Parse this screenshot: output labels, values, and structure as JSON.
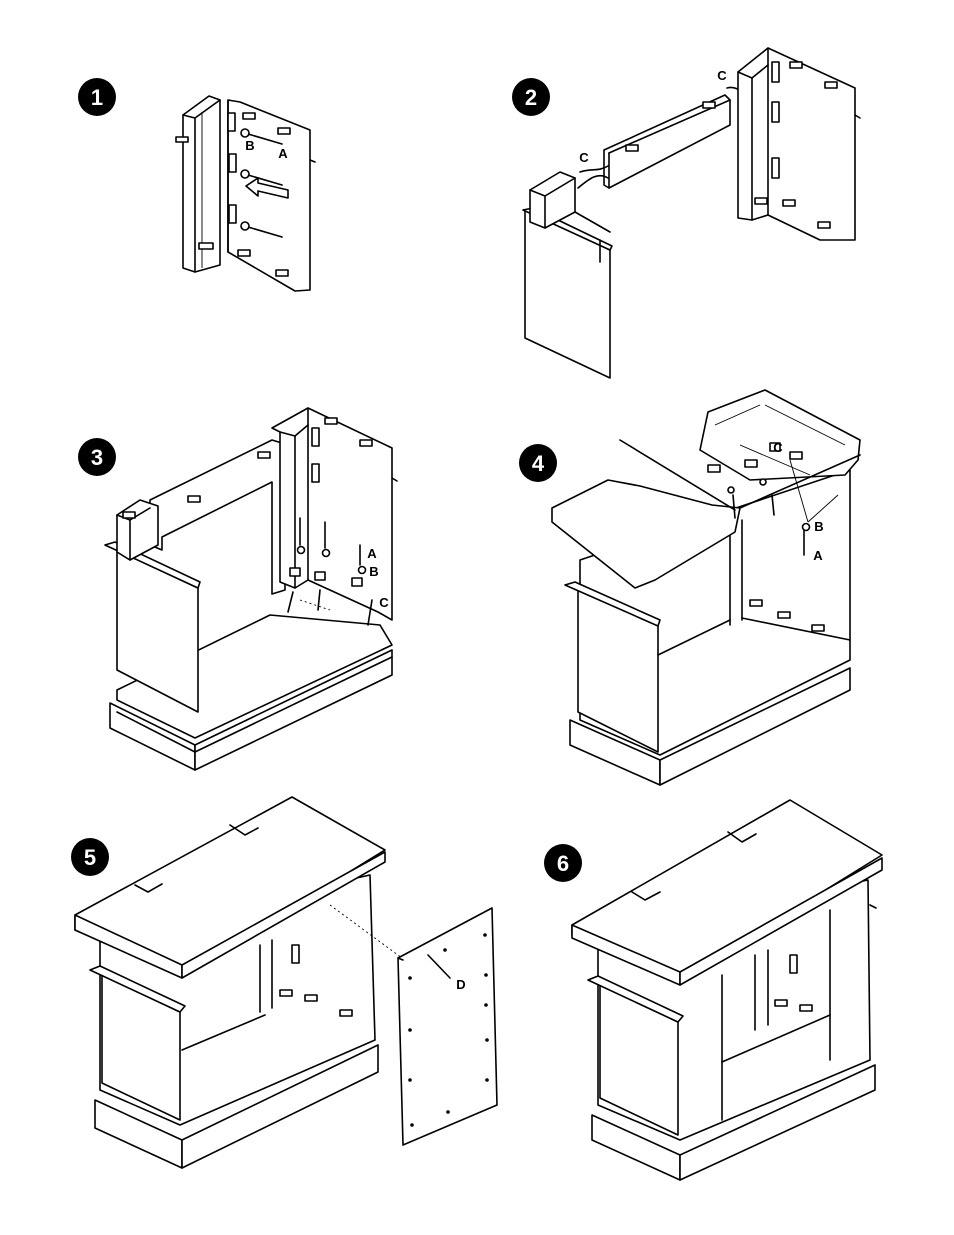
{
  "steps": [
    {
      "number": "1",
      "labels": {
        "a": "A",
        "b": "B"
      }
    },
    {
      "number": "2",
      "labels": {
        "c1": "C",
        "c2": "C"
      }
    },
    {
      "number": "3",
      "labels": {
        "a": "A",
        "b": "B",
        "c": "C"
      }
    },
    {
      "number": "4",
      "labels": {
        "a": "A",
        "b": "B",
        "c": "C"
      }
    },
    {
      "number": "5",
      "labels": {
        "d": "D"
      }
    },
    {
      "number": "6",
      "labels": {}
    }
  ],
  "icons": {
    "step_badge": "filled-circle-number",
    "insert_arrow": "arrow-left-outline",
    "screw": "screw",
    "washer": "washer",
    "cam_lock": "cam-lock"
  },
  "colors": {
    "ink": "#000000",
    "paper": "#ffffff"
  }
}
